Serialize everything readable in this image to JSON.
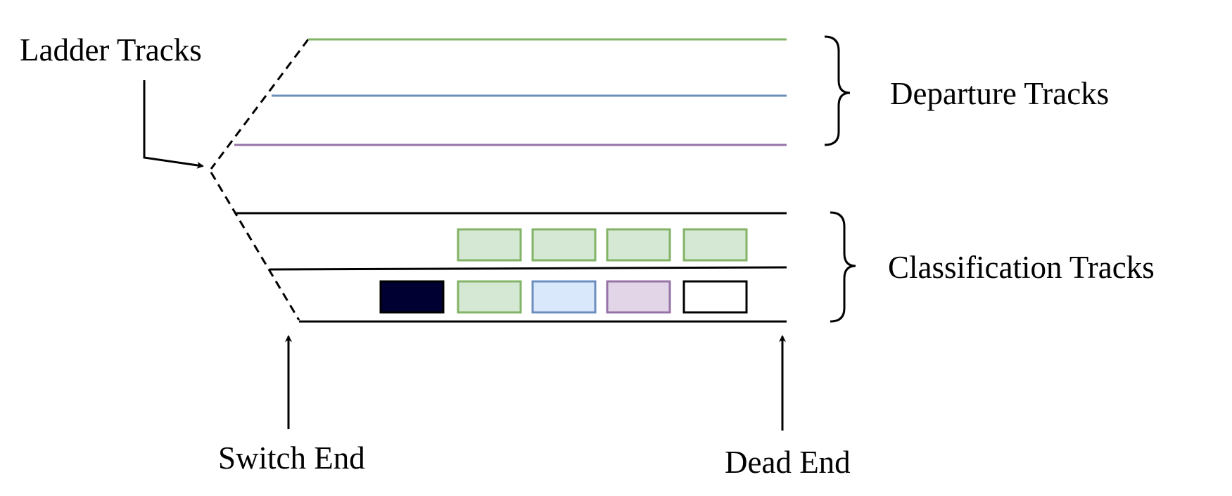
{
  "labels": {
    "ladder_tracks": "Ladder Tracks",
    "departure_tracks": "Departure Tracks",
    "classification_tracks": "Classification Tracks",
    "switch_end": "Switch End",
    "dead_end": "Dead End"
  },
  "colors": {
    "green_track": "#82b366",
    "blue_track": "#6c8ebf",
    "purple_track": "#9673a6",
    "black_track": "#000000",
    "green_car_fill": "#d5e8d4",
    "blue_car_fill": "#dae8fc",
    "purple_car_fill": "#e1d5e7",
    "dark_car_fill": "#000033",
    "white_car_fill": "#ffffff"
  },
  "departure_tracks": [
    {
      "color": "green"
    },
    {
      "color": "blue"
    },
    {
      "color": "purple"
    }
  ],
  "classification_tracks": [
    {
      "cars": [
        "green",
        "green",
        "green",
        "green"
      ]
    },
    {
      "cars": [
        "dark",
        "green",
        "blue",
        "purple",
        "white"
      ]
    },
    {
      "cars": []
    }
  ]
}
